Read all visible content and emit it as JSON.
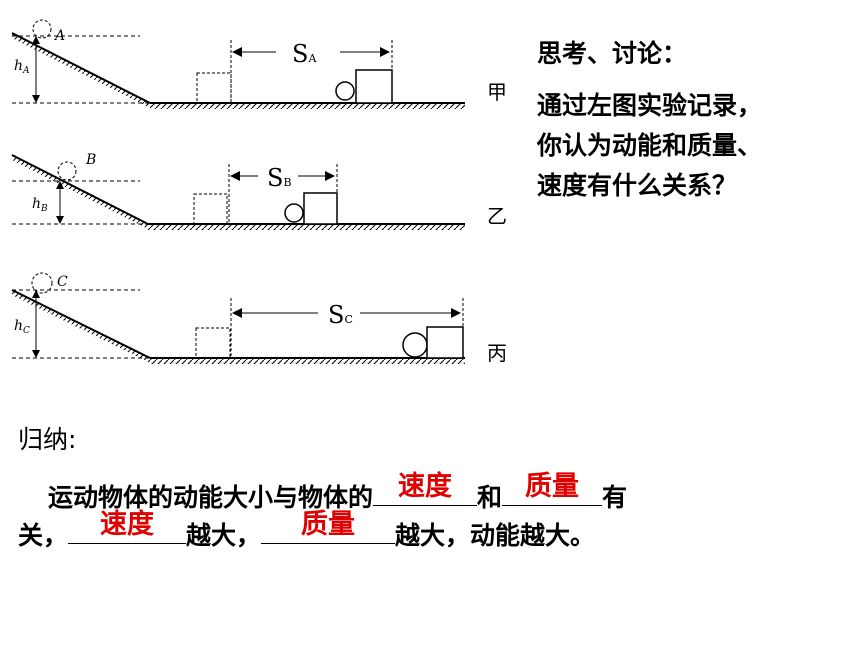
{
  "diagrams": [
    {
      "id": "A",
      "ball_label": "A",
      "h_label": "h",
      "h_sub": "A",
      "s_label": "S",
      "s_sub": "A",
      "name": "甲"
    },
    {
      "id": "B",
      "ball_label": "B",
      "h_label": "h",
      "h_sub": "B",
      "s_label": "S",
      "s_sub": "B",
      "name": "乙"
    },
    {
      "id": "C",
      "ball_label": "C",
      "h_label": "h",
      "h_sub": "C",
      "s_label": "S",
      "s_sub": "C",
      "name": "丙"
    }
  ],
  "discussion": {
    "title": "思考、讨论：",
    "lines": [
      "通过左图实验记录，",
      "你认为动能和质量、",
      "速度有什么关系？"
    ]
  },
  "summary": {
    "heading": "归纳:",
    "line1_pre": "运动物体的动能大小与物体的",
    "blank1": "速度",
    "line1_mid": "和",
    "blank2": "质量",
    "line1_post": "有",
    "line2_pre": "关，",
    "blank3": "速度",
    "line2_mid": "越大，",
    "blank4": "质量",
    "line2_post": "越大，动能越大。"
  },
  "colors": {
    "answer": "#e00000",
    "text": "#000000"
  }
}
